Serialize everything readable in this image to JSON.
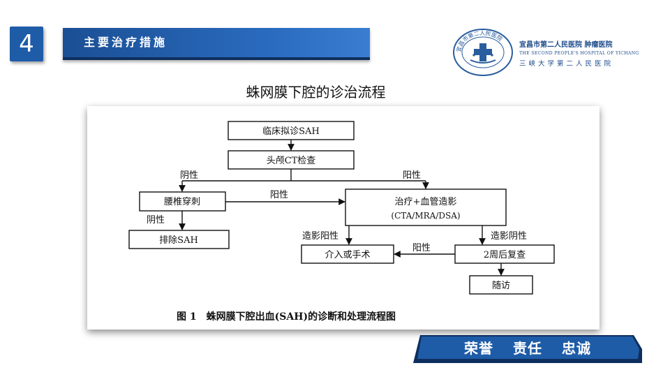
{
  "section": {
    "number": "4",
    "title": "主要治疗措施"
  },
  "hospital": {
    "name_cn": "宜昌市第二人民医院 肿瘤医院",
    "name_en": "THE SECOND PEOPLE'S HOSPITAL OF YICHANG",
    "name_cn2": "三峡大学第二人民医院",
    "seal_text": "宜昌市第二人民医院"
  },
  "diagram": {
    "title": "蛛网膜下腔的诊治流程",
    "caption": "图 1　蛛网膜下腔出血(SAH)的诊断和处理流程图",
    "nodes": {
      "clinical": "临床拟诊SAH",
      "ct": "头颅CT检查",
      "lumbar": "腰椎穿刺",
      "exclude": "排除SAH",
      "treat_line1": "治疗+血管造影",
      "treat_line2": "(CTA/MRA/DSA)",
      "intervene": "介入或手术",
      "recheck": "2周后复查",
      "followup": "随访"
    },
    "edges": {
      "ct_negative": "阴性",
      "ct_positive": "阳性",
      "lumbar_positive": "阳性",
      "lumbar_negative": "阴性",
      "angio_positive": "造影阳性",
      "angio_negative": "造影阴性",
      "recheck_positive": "阳性"
    }
  },
  "motto": "荣誉 责任 忠诚",
  "colors": {
    "primary": "#1e5ca8",
    "dark": "#0e2f5e",
    "ink": "#111111"
  }
}
